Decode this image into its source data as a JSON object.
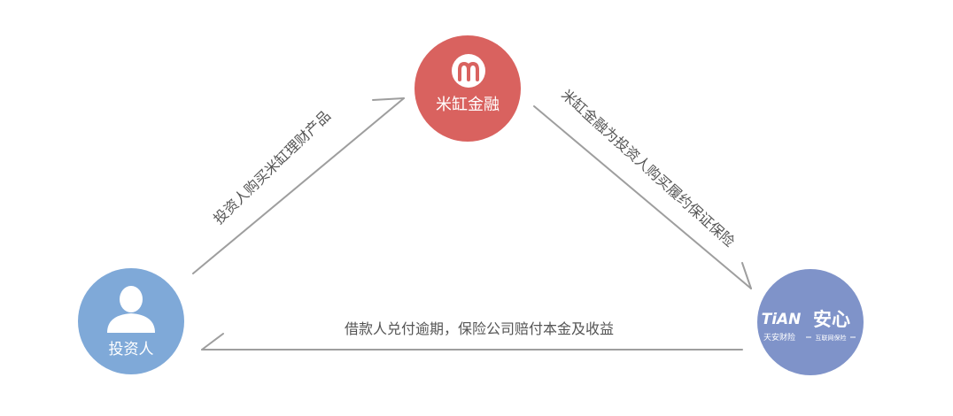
{
  "nodes": {
    "micang": {
      "label": "米缸金融",
      "color": "#d9625f"
    },
    "investor": {
      "label": "投资人",
      "color": "#7fa9d8"
    },
    "tianan": {
      "logo_text": "TiAN",
      "brand_text": "安心",
      "sub_text": "天安财险",
      "badge_text": "互联网保险",
      "color": "#7f93c9"
    }
  },
  "edges": {
    "investor_to_micang": {
      "label": "投资人购买米缸理财产品"
    },
    "micang_to_tianan": {
      "label": "米缸金融为投资人购买履约保证保险"
    },
    "tianan_to_investor": {
      "label": "借款人兑付逾期，保险公司赔付本金及收益"
    }
  },
  "colors": {
    "arrow": "#9e9e9e",
    "label_text": "#555555"
  },
  "icons": {
    "micang_logo": "m-logo-icon",
    "investor_avatar": "person-icon"
  }
}
